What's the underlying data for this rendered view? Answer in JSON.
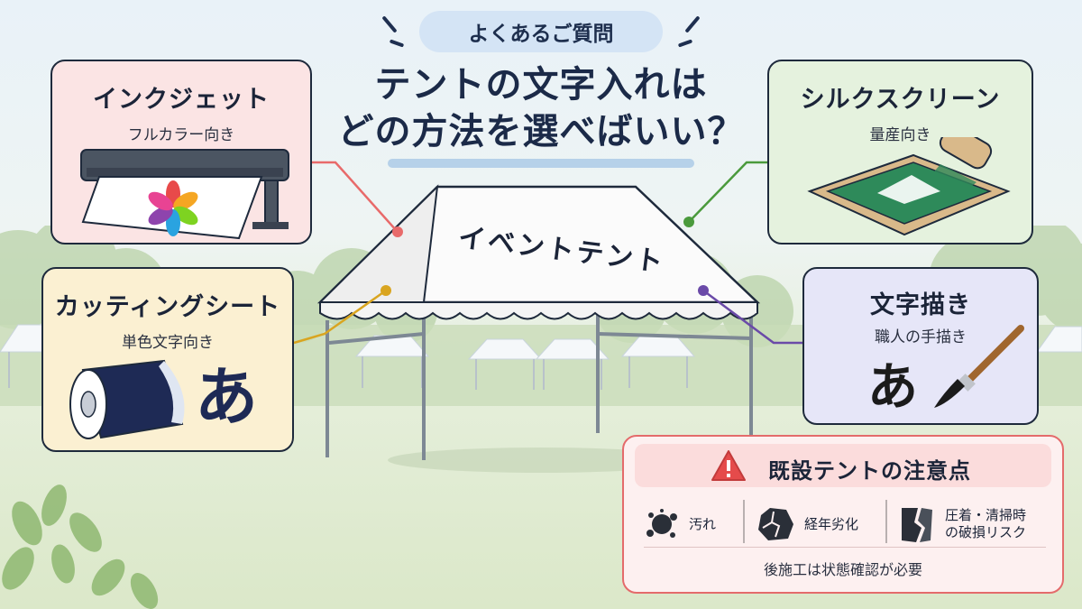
{
  "header": {
    "badge": "よくあるご質問",
    "title_line1": "テントの文字入れは",
    "title_line2": "どの方法を選べばいい？"
  },
  "tent": {
    "label": "イベントテント"
  },
  "methods": {
    "inkjet": {
      "title": "インクジェット",
      "subtitle": "フルカラー向き",
      "color": "#e86a6a"
    },
    "cutting": {
      "title": "カッティングシート",
      "subtitle": "単色文字向き",
      "glyph": "あ",
      "color": "#d9a520"
    },
    "silk": {
      "title": "シルクスクリーン",
      "subtitle": "量産向き",
      "color": "#4a9a3c"
    },
    "hand": {
      "title": "文字描き",
      "subtitle": "職人の手描き",
      "glyph": "あ",
      "color": "#6a4aa8"
    }
  },
  "caution": {
    "title": "既設テントの注意点",
    "items": [
      {
        "label": "汚れ",
        "icon": "stain-icon"
      },
      {
        "label": "経年劣化",
        "icon": "crack-icon"
      },
      {
        "label_line1": "圧着・清掃時",
        "label_line2": "の破損リスク",
        "icon": "tear-icon"
      }
    ],
    "footer": "後施工は状態確認が必要",
    "accent": "#e46b6b"
  }
}
